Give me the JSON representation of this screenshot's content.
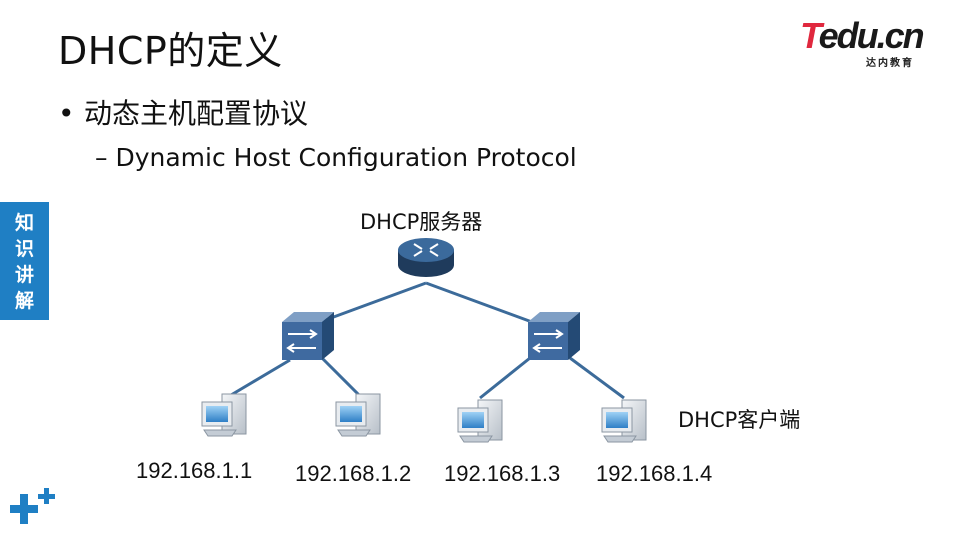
{
  "slide": {
    "title": "DHCP的定义",
    "bullet": "动态主机配置协议",
    "sub_item": "Dynamic Host Configuration Protocol"
  },
  "logo": {
    "word_t": "T",
    "word_rest": "edu.cn",
    "subtitle": "达内教育"
  },
  "side_tab": [
    "知",
    "识",
    "讲",
    "解"
  ],
  "diagram": {
    "server_label": "DHCP服务器",
    "client_label": "DHCP客户端",
    "clients": [
      {
        "ip": "192.168.1.1"
      },
      {
        "ip": "192.168.1.2"
      },
      {
        "ip": "192.168.1.3"
      },
      {
        "ip": "192.168.1.4"
      }
    ]
  },
  "colors": {
    "accent_blue": "#1f7fc4",
    "router_fill": "#2a4f7a",
    "switch_fill": "#3f6aa0",
    "link_line": "#3c6b9a",
    "logo_red": "#e0283e"
  },
  "icons": [
    "router-icon",
    "switch-icon",
    "pc-icon",
    "plus-icon"
  ]
}
